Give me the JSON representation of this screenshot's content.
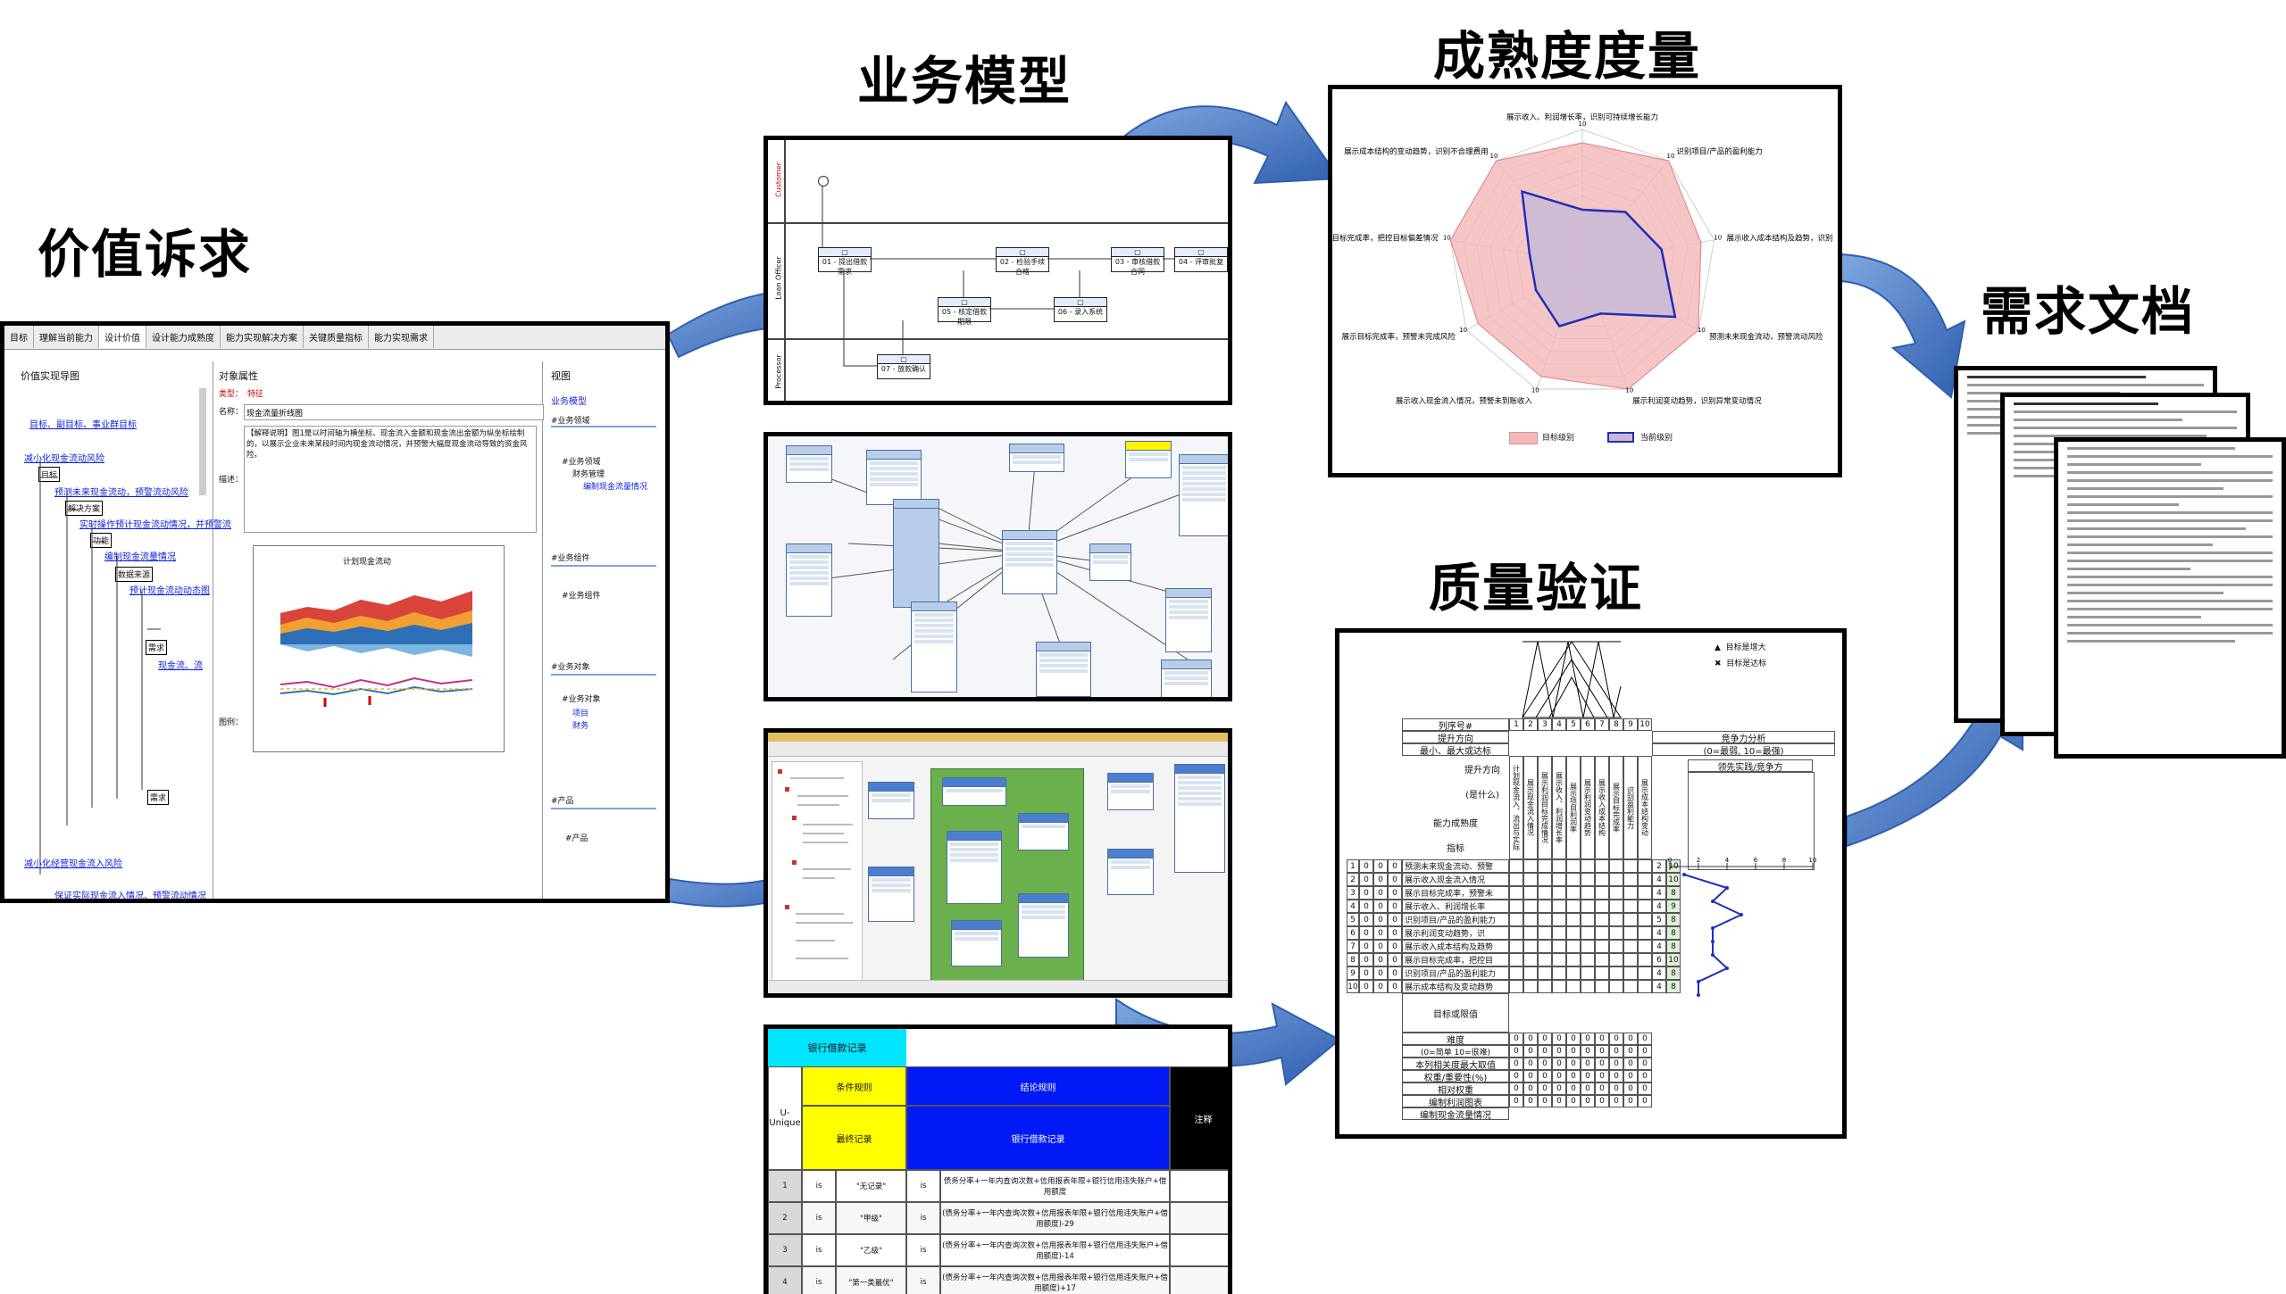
{
  "headings": {
    "value": "价值诉求",
    "business": "业务模型",
    "maturity": "成熟度度量",
    "quality": "质量验证",
    "requirements": "需求文档"
  },
  "value_panel": {
    "tabs": [
      "目标",
      "理解当前能力",
      "设计价值",
      "设计能力成熟度",
      "能力实现解决方案",
      "关键质量指标",
      "能力实现需求"
    ],
    "col_left": "价值实现导图",
    "col_mid": "对象属性",
    "col_right": "视图",
    "tree": [
      "目标、副目标、事业群目标",
      "减小化现金流动风险",
      "预测未来现金流动，预警流动风险",
      "实时操作预计现金流动情况，并预警流",
      "编制现金流量情况",
      "预计现金流动动态图",
      "现金流、流",
      "减小化经营现金流入风险",
      "保证实际现金流入情况、预警流动情况"
    ],
    "tree_boxes": [
      "目标",
      "解决方案",
      "功能",
      "数据来源",
      "需求",
      "需求"
    ],
    "attr_type_label": "类型：",
    "attr_type_value": "特征",
    "attr_name_label": "名称：",
    "attr_name_value": "现金流量折线图",
    "attr_desc_label": "描述：",
    "attr_desc": "【解释说明】图1是以时间轴为横坐标、现金流入金额和现金流出金额为纵坐标绘制的，以展示企业未来某段时间内现金流动情况，并预警大幅度现金流动导致的资金风险。",
    "attr_att_label": "图例：",
    "mini_chart_title": "计划现金流动",
    "views": {
      "title": "业务模型",
      "business_domain": "#业务领域",
      "domain_items": [
        "#业务领域",
        "财务管理",
        "编制现金流量情况"
      ],
      "business_component": "#业务组件",
      "component_item": "#业务组件",
      "business_object": "#业务对象",
      "object_items": [
        "#业务对象",
        "项目",
        "财务"
      ],
      "product": "#产品",
      "product_item": "#产品"
    }
  },
  "swimlane": {
    "lanes": [
      "Customer",
      "Loan Officer",
      "Processor"
    ],
    "tasks": [
      "01 - 提出借款需求",
      "02 - 检验手续合格",
      "03 - 审核借款合同",
      "04 - 评审批复",
      "05 - 核定借款期限",
      "06 - 录入系统",
      "07 - 放款确认"
    ]
  },
  "radar": {
    "labels": [
      "展示收入、利润增长率，识别可持续增长能力",
      "识别项目/产品的盈利能力",
      "展示收入成本结构及趋势，识别",
      "预测未来现金流动，预警流动风险",
      "展示利润变动趋势，识别异常变动情况",
      "展示收入现金流入情况，预警未到账收入",
      "展示目标完成率，预警未完成风险",
      "展示目标完成率，把控目标偏差情况",
      "展示成本结构的变动趋势，识别不合理费用"
    ],
    "legend_target": "目标级别",
    "legend_current": "当前级别",
    "tick_max": "10"
  },
  "chart_data": {
    "type": "radar",
    "categories": [
      "展示收入、利润增长率，识别可持续增长能力",
      "识别项目/产品的盈利能力",
      "展示收入成本结构及趋势，识别",
      "预测未来现金流动，预警流动风险",
      "展示利润变动趋势，识别异常变动情况",
      "展示收入现金流入情况，预警未到账收入",
      "展示目标完成率，预警未完成风险",
      "展示目标完成率，把控目标偏差情况",
      "展示成本结构的变动趋势，识别不合理费用"
    ],
    "series": [
      {
        "name": "目标级别",
        "values": [
          9,
          10,
          9,
          10,
          10,
          9,
          9,
          10,
          10
        ]
      },
      {
        "name": "当前级别",
        "values": [
          4,
          5,
          6,
          8,
          4,
          5,
          4,
          4,
          7
        ]
      }
    ],
    "ylim": [
      0,
      10
    ]
  },
  "qfd": {
    "col_header": "列序号#",
    "col_nums": [
      "1",
      "2",
      "3",
      "4",
      "5",
      "6",
      "7",
      "8",
      "9",
      "10"
    ],
    "improve_dir": "提升方向",
    "improve_sub": "最小、最大或达标",
    "competition": "竞争力分析",
    "competition_sub": "(0=最弱, 10=最强)",
    "leader": "领先实践/竞争方",
    "what_label": "提升方向",
    "what_sub": "(是什么)",
    "maturity_label": "能力成熟度",
    "index_label": "指标",
    "legend_up": "目标是增大",
    "legend_target": "目标是达标",
    "rows": [
      {
        "n": "1",
        "text": "预测未来现金流动、预警",
        "a": "2",
        "b": "10"
      },
      {
        "n": "2",
        "text": "展示收入现金流入情况",
        "a": "4",
        "b": "10"
      },
      {
        "n": "3",
        "text": "展示目标完成率，预警未",
        "a": "4",
        "b": "8"
      },
      {
        "n": "4",
        "text": "展示收入、利润增长率",
        "a": "4",
        "b": "9"
      },
      {
        "n": "5",
        "text": "识别项目/产品的盈利能力",
        "a": "5",
        "b": "8"
      },
      {
        "n": "6",
        "text": "展示利润变动趋势，识",
        "a": "4",
        "b": "8"
      },
      {
        "n": "7",
        "text": "展示收入成本结构及趋势",
        "a": "4",
        "b": "8"
      },
      {
        "n": "8",
        "text": "展示目标完成率，把控目",
        "a": "6",
        "b": "10"
      },
      {
        "n": "9",
        "text": "识别项目/产品的盈利能力",
        "a": "4",
        "b": "8"
      },
      {
        "n": "10",
        "text": "展示成本结构及变动趋势",
        "a": "4",
        "b": "8"
      }
    ],
    "target_row": "目标或限值",
    "difficulty": "难度",
    "difficulty_sub": "(0=简单 10=很难)",
    "max_relation": "本列相关度最大取值",
    "weight": "权重/重要性(%)",
    "rel_weight": "相对权重",
    "edit_detail": "编制利润图表",
    "edit_cash": "编制现金流量情况",
    "vert_headers": [
      "计划现金流入、流出与实际",
      "展示现金流入情况",
      "展示利润目标完成情况",
      "展示收入、利润增长率",
      "展示项目利润率",
      "展示利润变动趋势",
      "展示收入成本结构",
      "展示目标完成率",
      "识别盈利能力",
      "展示成本结构变动"
    ],
    "comp_values": [
      1,
      4,
      3,
      5,
      3,
      3,
      3,
      4,
      2,
      2
    ]
  },
  "rule_table": {
    "title": "银行借款记录",
    "u_unique": "U-Unique",
    "cond_rule": "条件规则",
    "concl_rule": "结论规则",
    "note": "注释",
    "cond_sub": "最终记录",
    "concl_sub": "银行借款记录",
    "rows": [
      {
        "n": "1",
        "op": "is",
        "val": "\"无记录\"",
        "op2": "is",
        "res": "债务分率+一年内查询次数+信用报表年限+银行信用违失账户+借用额度"
      },
      {
        "n": "2",
        "op": "is",
        "val": "\"甲级\"",
        "op2": "is",
        "res": "(债务分率+一年内查询次数+信用报表年限+银行信用违失账户+借用额度)-29"
      },
      {
        "n": "3",
        "op": "is",
        "val": "\"乙级\"",
        "op2": "is",
        "res": "(债务分率+一年内查询次数+信用报表年限+银行信用违失账户+借用额度)-14"
      },
      {
        "n": "4",
        "op": "is",
        "val": "\"第一类最优\"",
        "op2": "is",
        "res": "(债务分率+一年内查询次数+信用报表年限+银行信用违失账户+借用额度)+17"
      }
    ]
  },
  "colors": {
    "arrow": "#3f73c0",
    "target_fill": "#f4b6b6",
    "current_fill": "#c9b8d6",
    "current_line": "#1f2fb8",
    "rule_title_bg": "#00e5ff",
    "rule_cond_bg": "#ffff00",
    "rule_concl_bg": "#0019f5",
    "model_green": "#6ab04c"
  }
}
